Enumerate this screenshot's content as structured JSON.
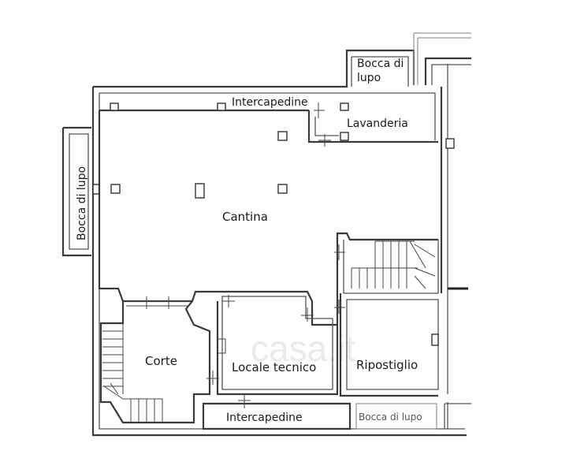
{
  "floorplan": {
    "rooms": {
      "bocca_top": {
        "line1": "Bocca di",
        "line2": "lupo"
      },
      "intercapedine_top": "Intercapedine",
      "lavanderia": "Lavanderia",
      "bocca_left": "Bocca di lupo",
      "cantina": "Cantina",
      "corte": "Corte",
      "locale_tecnico": "Locale tecnico",
      "ripostiglio": "Ripostiglio",
      "intercapedine_bottom": "Intercapedine",
      "bocca_bottom": "Bocca di lupo"
    },
    "watermark": "casa.it"
  }
}
